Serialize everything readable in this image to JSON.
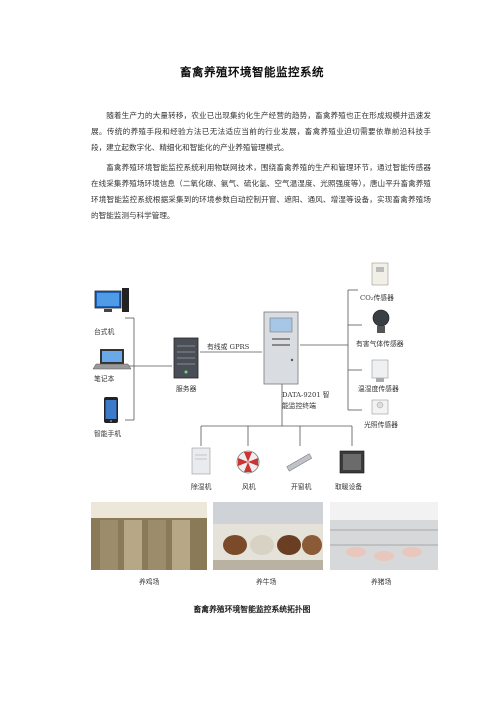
{
  "document": {
    "title": "畜禽养殖环境智能监控系统",
    "paragraphs": [
      "随着生产力的大量转移，农业已出现集约化生产经营的趋势，畜禽养殖也正在形成规模并迅速发展。传统的养殖手段和经验方法已无法适应当前的行业发展，畜禽养殖业迫切需要依靠前沿科技手段，建立起数字化、精细化和智能化的产业养殖管理模式。",
      "畜禽养殖环境智能监控系统利用物联网技术，围绕畜禽养殖的生产和管理环节，通过智能传感器在线采集养殖场环境信息（二氧化碳、氨气、硫化氢、空气温湿度、光照强度等），唐山平升畜禽养殖环境智能监控系统根据采集到的环境参数自动控制开窗、遮阳、通风、增湿等设备，实现畜禽养殖场的智能监测与科学管理。"
    ],
    "figure_caption": "畜禽养殖环境智能监控系统拓扑图"
  },
  "diagram": {
    "clients": {
      "desktop": "台式机",
      "laptop": "笔记本",
      "phone": "智能手机"
    },
    "server": "服务器",
    "link": "有线或 GPRS",
    "terminal": "DATA-9201 智能监控终端",
    "terminal_line1": "DATA-9201 智",
    "terminal_line2": "能监控终端",
    "sensors": {
      "co2": "CO₂传感器",
      "gas": "有害气体传感器",
      "temp_humidity": "温湿度传感器",
      "light": "光照传感器"
    },
    "actuators": {
      "dehumidifier": "除湿机",
      "fan": "风机",
      "window_opener": "开窗机",
      "heater": "取暖设备"
    },
    "farms": {
      "chicken": "养鸡场",
      "cattle": "养牛场",
      "pig": "养猪场"
    }
  }
}
